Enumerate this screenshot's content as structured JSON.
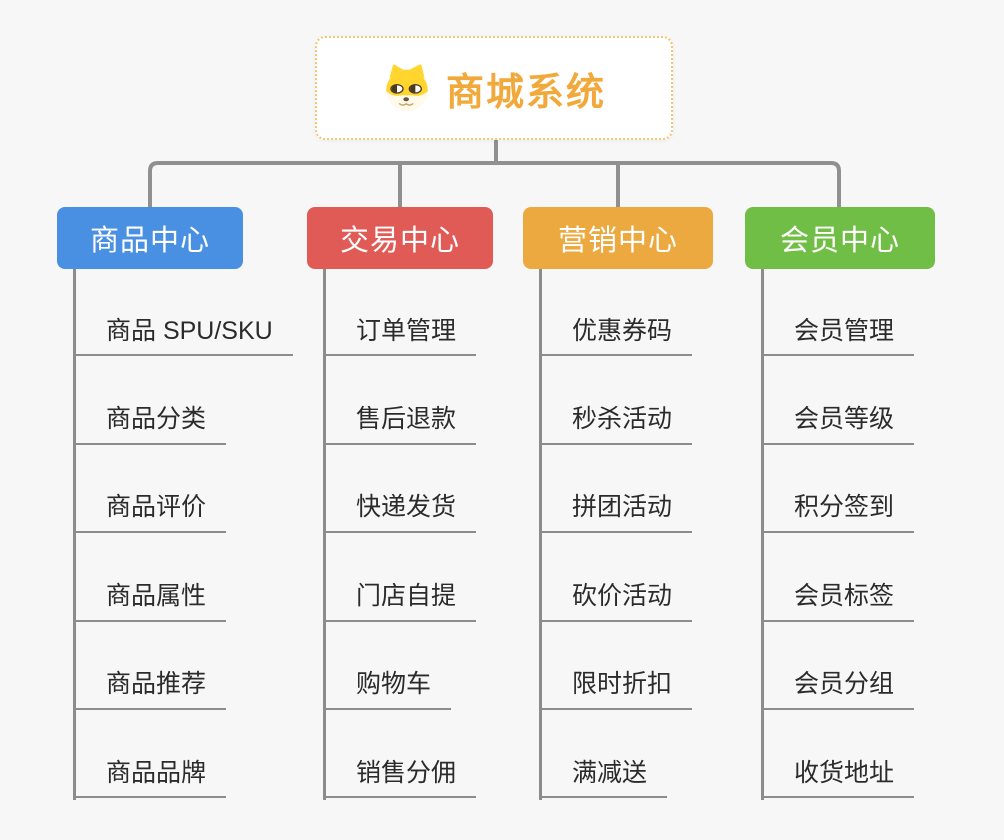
{
  "root": {
    "title": "商城系统",
    "icon": "dog-face-icon",
    "accent_color": "#F2A93B",
    "border_color": "#F6C571"
  },
  "connector_color": "#909090",
  "item_line_color": "#8C8C8C",
  "item_text_color": "#2B2B2B",
  "branches": [
    {
      "label": "商品中心",
      "color": "#4A90E2",
      "items": [
        "商品 SPU/SKU",
        "商品分类",
        "商品评价",
        "商品属性",
        "商品推荐",
        "商品品牌"
      ]
    },
    {
      "label": "交易中心",
      "color": "#E05A56",
      "items": [
        "订单管理",
        "售后退款",
        "快递发货",
        "门店自提",
        "购物车",
        "销售分佣"
      ]
    },
    {
      "label": "营销中心",
      "color": "#EBA93F",
      "items": [
        "优惠券码",
        "秒杀活动",
        "拼团活动",
        "砍价活动",
        "限时折扣",
        "满减送"
      ]
    },
    {
      "label": "会员中心",
      "color": "#70BE45",
      "items": [
        "会员管理",
        "会员等级",
        "积分签到",
        "会员标签",
        "会员分组",
        "收货地址"
      ]
    }
  ]
}
